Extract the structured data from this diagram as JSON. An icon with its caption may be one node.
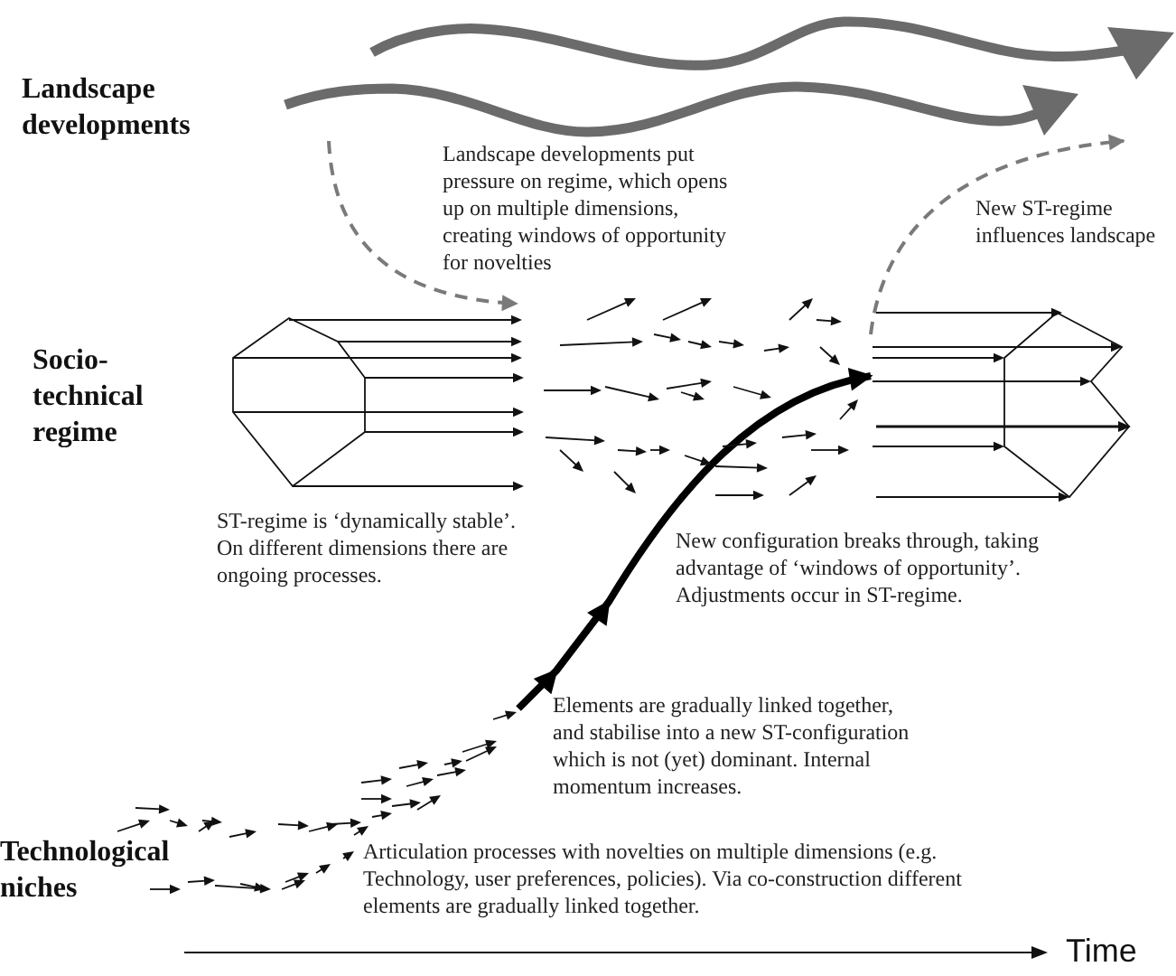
{
  "diagram": {
    "nodes": [
      {
        "text": [],
        "shape": "picture"
      },
      {
        "text": [],
        "shape": "picture"
      },
      {
        "text": [],
        "shape": "picture"
      }
    ],
    "edges": [
      {
        "from": 0,
        "to": 1,
        "arrow": "to",
        "style": "dashed"
      },
      {
        "from": null,
        "to": 2,
        "arrow": "to",
        "style": "thick",
        "color": "#000000"
      },
      {
        "from": 2,
        "to": 0,
        "arrow": "to",
        "style": "dashed"
      }
    ],
    "labels": [
      "Landscape developments",
      "Landscape developments put pressure on regime, which opens up on multiple dimensions, creating windows of opportunity for novelties",
      "New ST-regime influences landscape",
      "Socio-technical regime",
      "ST-regime is ‘dynamically stable’. On different dimensions there are ongoing processes.",
      "New configuration breaks through, taking advantage of ‘windows of opportunity’. Adjustments occur in ST-regime.",
      "Elements are gradually linked together, and stabilise into a new ST-configuration which is not (yet) dominant. Internal momentum increases.",
      "Technological niches",
      "Articulation processes with novelties on multiple dimensions (e.g. Technology, user preferences, policies). Via co-construction different elements are gradually linked together.",
      "Time"
    ]
  }
}
